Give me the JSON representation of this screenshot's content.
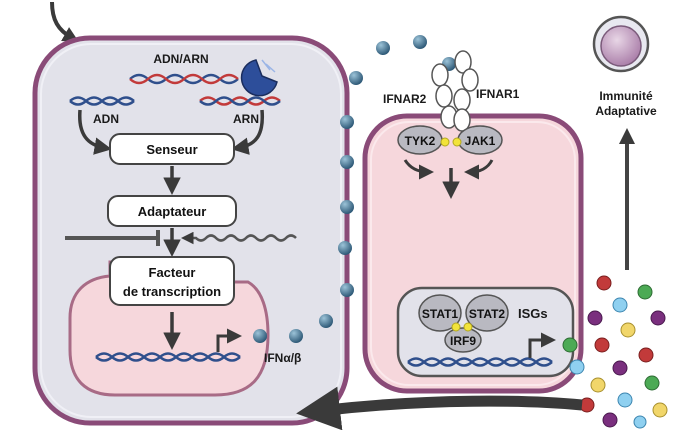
{
  "labels": {
    "adn_arn": "ADN/ARN",
    "adn": "ADN",
    "arn": "ARN",
    "senseur": "Senseur",
    "adaptateur": "Adaptateur",
    "facteur_line1": "Facteur",
    "facteur_line2": "de transcription",
    "ifn": "IFNα/β",
    "ifnar2": "IFNAR2",
    "ifnar1": "IFNAR1",
    "tyk2": "TYK2",
    "jak1": "JAK1",
    "stat1": "STAT1",
    "stat2": "STAT2",
    "irf9": "IRF9",
    "isgs": "ISGs",
    "immunite_line1": "Immunité",
    "immunite_line2": "Adaptative"
  },
  "colors": {
    "cell_outline": "#8a4b78",
    "cell_fill": "#e2e2ea",
    "nucleus_fill": "#f6d7dc",
    "nucleus_outline": "#a86b86",
    "ifn_particle": "#3f6f8e",
    "dna_blue": "#2f4f8c",
    "rna_red": "#c23a3a",
    "protein_grey": "#b9b9c1",
    "phospho": "#f2e33a",
    "arrow_dark": "#3a3a3a"
  }
}
